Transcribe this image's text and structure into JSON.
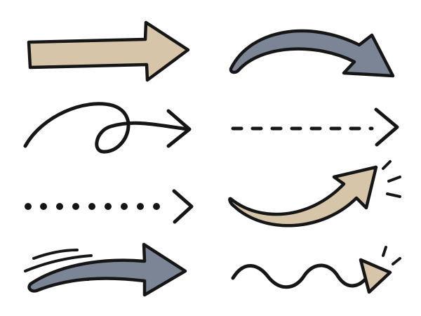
{
  "colors": {
    "background": "#ffffff",
    "ink": "#161616",
    "tan_fill": "#d7c5a9",
    "slate_fill": "#7b8595"
  },
  "arrows": [
    {
      "name": "straight-block-arrow-icon",
      "style": "block",
      "fill": "tan"
    },
    {
      "name": "curved-block-arrow-icon",
      "style": "curved block",
      "fill": "slate"
    },
    {
      "name": "loop-arrow-icon",
      "style": "looped line"
    },
    {
      "name": "dashed-arrow-icon",
      "style": "dashed line"
    },
    {
      "name": "dotted-arrow-icon",
      "style": "dotted line"
    },
    {
      "name": "swoosh-arrow-icon",
      "style": "upward curved block",
      "fill": "tan"
    },
    {
      "name": "speed-arrow-icon",
      "style": "block with motion lines",
      "fill": "slate"
    },
    {
      "name": "wavy-arrow-icon",
      "style": "wavy line",
      "fill": "tan"
    }
  ]
}
